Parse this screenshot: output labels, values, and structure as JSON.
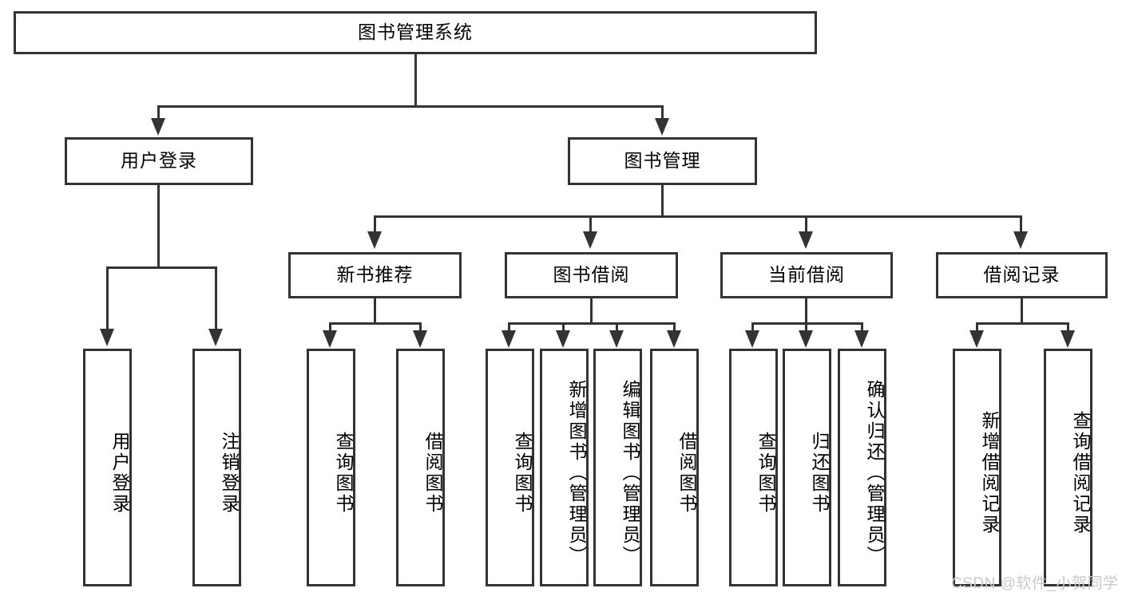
{
  "diagram": {
    "title": "图书管理系统",
    "root": {
      "label": "图书管理系统"
    },
    "level2": [
      {
        "label": "用户登录"
      },
      {
        "label": "图书管理"
      }
    ],
    "level3": [
      {
        "label": "新书推荐"
      },
      {
        "label": "图书借阅"
      },
      {
        "label": "当前借阅"
      },
      {
        "label": "借阅记录"
      }
    ],
    "leaves": {
      "user_login": [
        {
          "label": "用户登录"
        },
        {
          "label": "注销登录"
        }
      ],
      "new_book_recommend": [
        {
          "label": "查询图书"
        },
        {
          "label": "借阅图书"
        }
      ],
      "book_borrow": [
        {
          "label": "查询图书"
        },
        {
          "label": "新增图书（管理员）"
        },
        {
          "label": "编辑图书（管理员）"
        },
        {
          "label": "借阅图书"
        }
      ],
      "current_borrow": [
        {
          "label": "查询图书"
        },
        {
          "label": "归还图书"
        },
        {
          "label": "确认归还（管理员）"
        }
      ],
      "borrow_record": [
        {
          "label": "新增借阅记录"
        },
        {
          "label": "查询借阅记录"
        }
      ]
    }
  },
  "watermark": {
    "text": "CSDN @软件_小贺同学"
  },
  "colors": {
    "stroke": "#333333",
    "background": "#ffffff",
    "text": "#000000",
    "watermark": "#c9c9c9"
  }
}
